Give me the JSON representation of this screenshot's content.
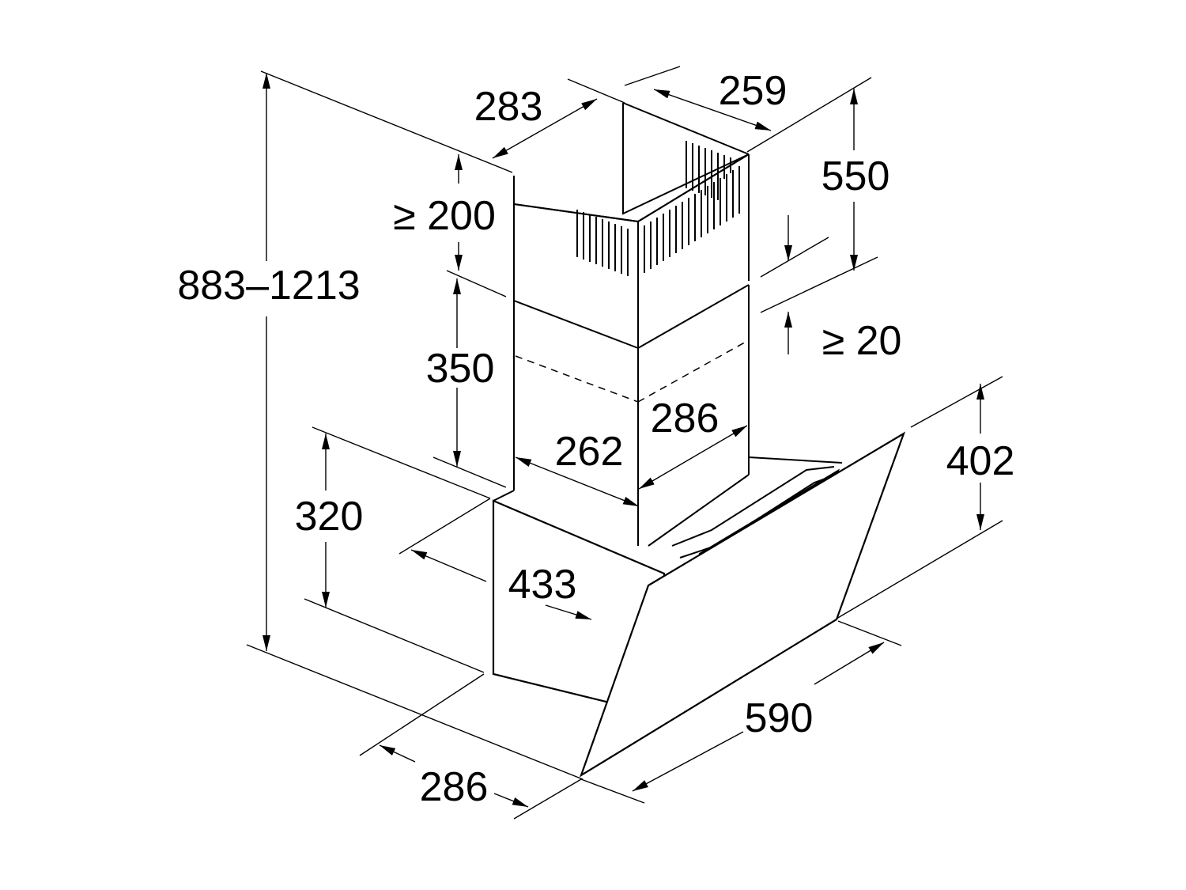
{
  "dimensions": {
    "total_height": "883–1213",
    "chimney_top_depth": "283",
    "chimney_top_width": "259",
    "ceiling_gap": "≥ 200",
    "upper_chimney_height": "550",
    "lower_chimney_height": "350",
    "overlap": "≥ 20",
    "chimney_width": "262",
    "chimney_depth": "286",
    "body_height": "320",
    "body_depth": "433",
    "hood_height": "402",
    "hood_width": "590",
    "base_depth": "286"
  },
  "colors": {
    "line": "#000000",
    "background": "#ffffff"
  }
}
